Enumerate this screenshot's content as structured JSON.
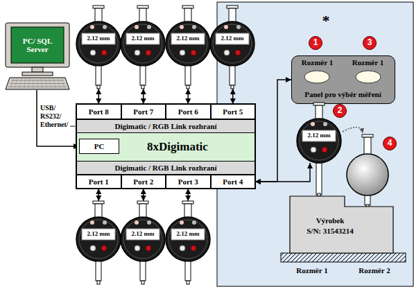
{
  "diagram": {
    "nodes": [
      {
        "text": [
          "PC/ SQL Server"
        ]
      },
      {
        "text": [
          "2.12 mm"
        ]
      },
      {
        "text": [
          "2.12 mm"
        ]
      },
      {
        "text": [
          "2.12 mm"
        ]
      },
      {
        "text": [
          "2.12 mm"
        ]
      },
      {
        "text": [
          "8xDigimatic"
        ]
      },
      {
        "text": [
          "Port 8"
        ],
        "in": 5
      },
      {
        "text": [
          "Port 7"
        ],
        "in": 5
      },
      {
        "text": [
          "Port 6"
        ],
        "in": 5
      },
      {
        "text": [
          "Port 5"
        ],
        "in": 5
      },
      {
        "text": [
          "Digimatic / RGB Link rozhraní"
        ],
        "in": 5
      },
      {
        "text": [
          "PC"
        ],
        "in": 5
      },
      {
        "text": [
          "Digimatic / RGB Link rozhraní"
        ],
        "in": 5
      },
      {
        "text": [
          "Port 1"
        ],
        "in": 5
      },
      {
        "text": [
          "Port 2"
        ],
        "in": 5
      },
      {
        "text": [
          "Port 3"
        ],
        "in": 5
      },
      {
        "text": [
          "Port 4"
        ],
        "in": 5
      },
      {
        "text": [
          "2.12 mm"
        ]
      },
      {
        "text": [
          "2.12 mm"
        ]
      },
      {
        "text": [
          "2.12 mm"
        ]
      },
      {
        "text": [
          "Rozměr 1",
          "Rozměr 1",
          "Panel pro výběr měření"
        ]
      },
      {
        "text": [
          "2.12 mm"
        ]
      },
      {
        "text": [
          "Výrobek",
          "S/N: 31543214"
        ]
      }
    ],
    "edges": [
      {
        "from": 0,
        "to": 11,
        "arrow": "to",
        "label": "USB/ RS232/ Ethernet/ ..."
      },
      {
        "from": 1,
        "to": 6,
        "arrow": "both"
      },
      {
        "from": 2,
        "to": 7,
        "arrow": "both"
      },
      {
        "from": 3,
        "to": 8,
        "arrow": "both"
      },
      {
        "from": 4,
        "to": 9,
        "arrow": "both"
      },
      {
        "from": 13,
        "to": 17,
        "arrow": "both"
      },
      {
        "from": 14,
        "to": 18,
        "arrow": "both"
      },
      {
        "from": 15,
        "to": 19,
        "arrow": "both"
      },
      {
        "from": 16,
        "to": 20,
        "arrow": "both"
      },
      {
        "from": 16,
        "to": 21,
        "arrow": "both"
      }
    ],
    "labels": [
      "*",
      "1",
      "3",
      "2",
      "4",
      "Rozměr 1",
      "Rozměr 2"
    ]
  }
}
